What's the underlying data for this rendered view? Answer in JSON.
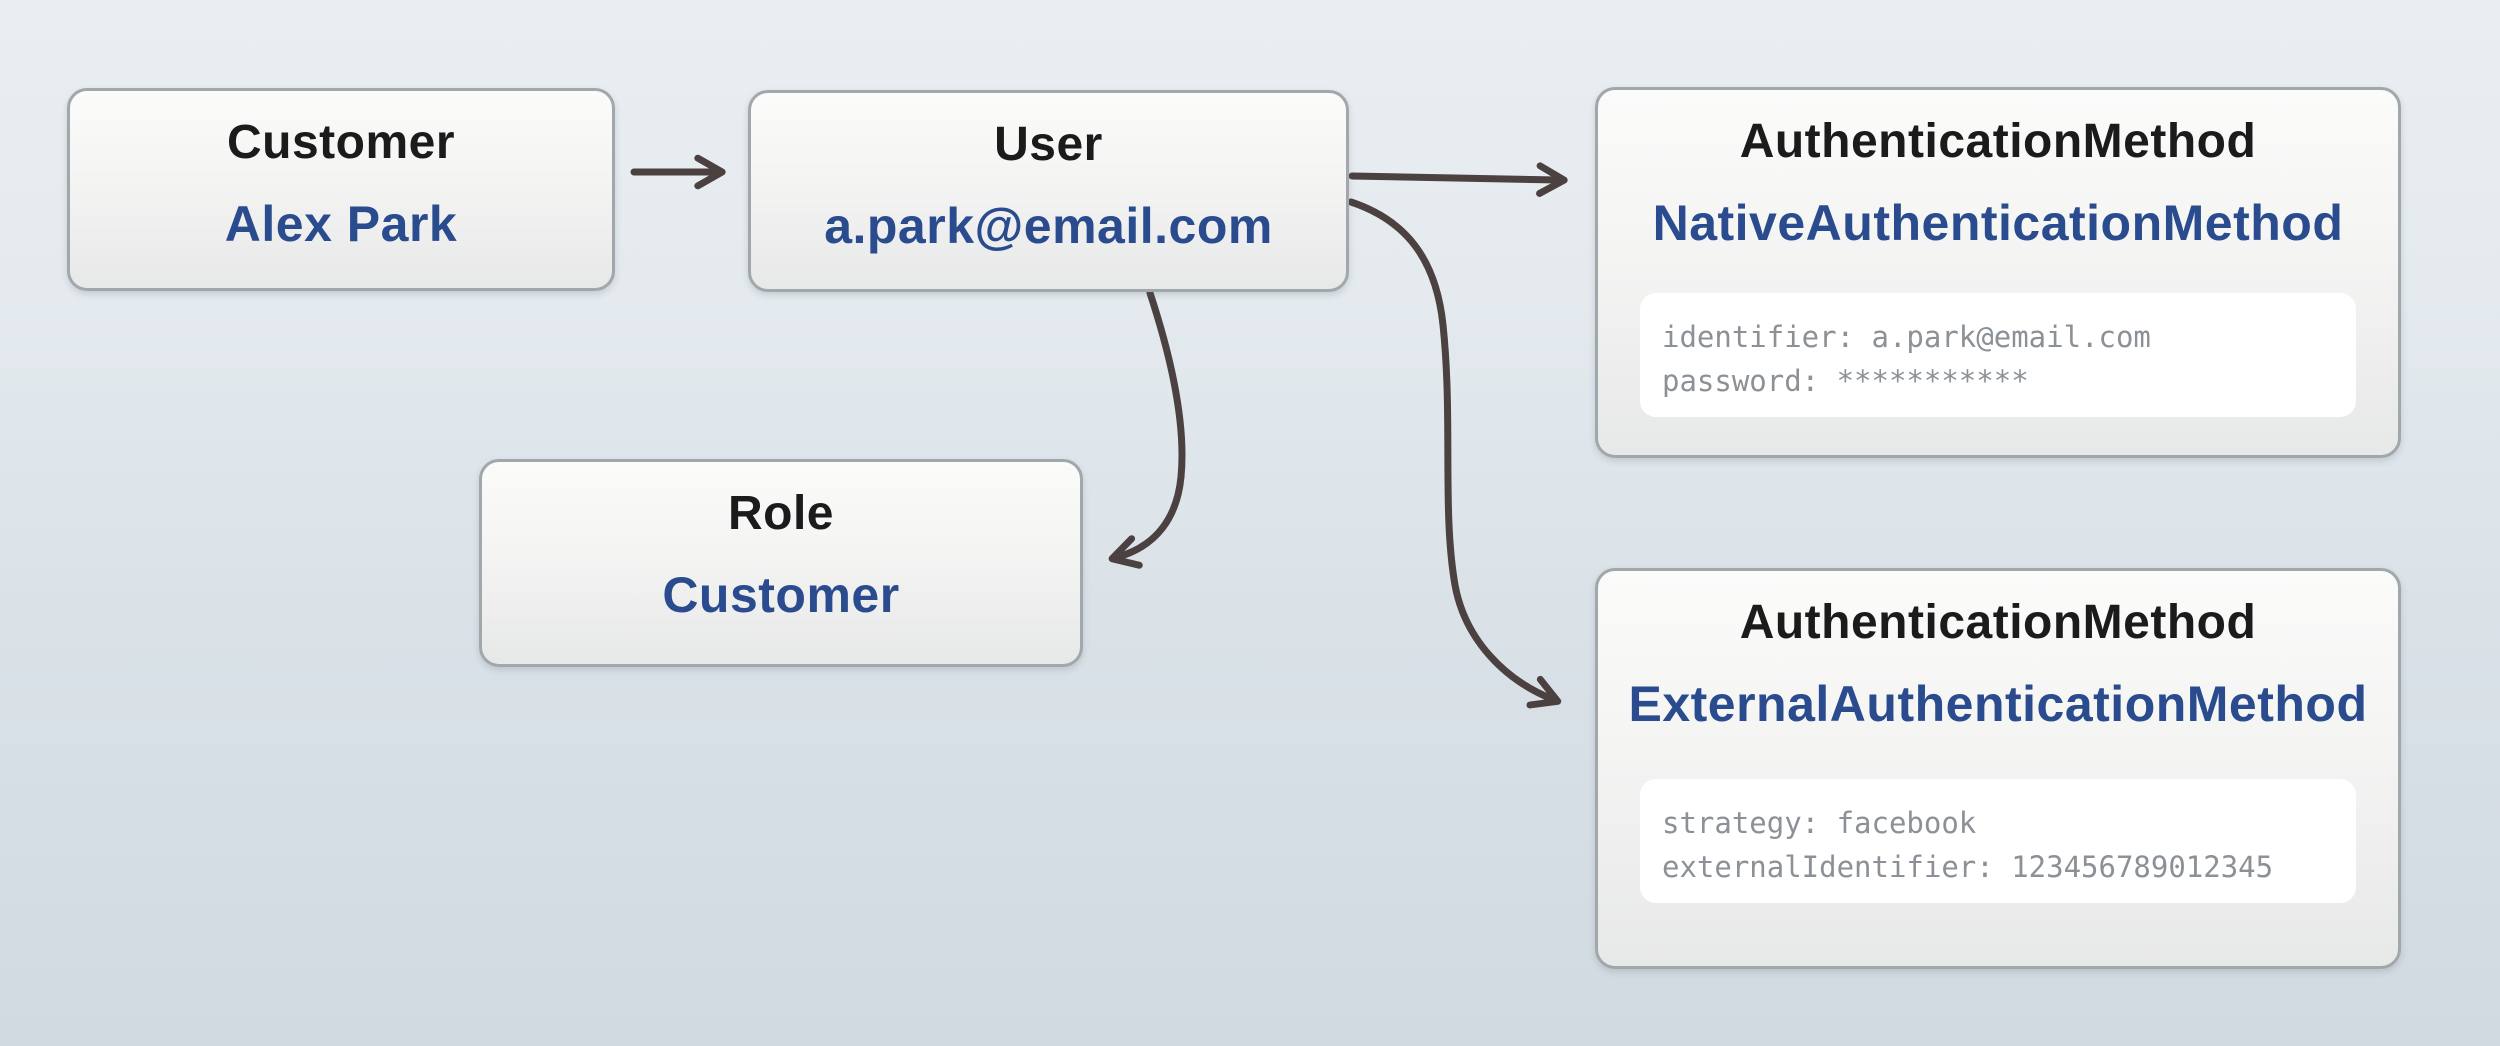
{
  "diagram": {
    "nodes": {
      "customer": {
        "title": "Customer",
        "value": "Alex Park"
      },
      "user": {
        "title": "User",
        "value": "a.park@email.com"
      },
      "native_auth": {
        "title": "AuthenticationMethod",
        "value": "NativeAuthenticationMethod",
        "attributes": [
          "identifier: a.park@email.com",
          "password: ***********"
        ]
      },
      "role": {
        "title": "Role",
        "value": "Customer"
      },
      "external_auth": {
        "title": "AuthenticationMethod",
        "value": "ExternalAuthenticationMethod",
        "attributes": [
          "strategy: facebook",
          "externalIdentifier: 123456789012345"
        ]
      }
    },
    "edges": [
      {
        "from": "customer",
        "to": "user"
      },
      {
        "from": "user",
        "to": "native_auth"
      },
      {
        "from": "user",
        "to": "role"
      },
      {
        "from": "user",
        "to": "external_auth"
      }
    ],
    "colors": {
      "background_top": "#eaeef2",
      "background_bottom": "#d0dae0",
      "node_border": "#a0a8ac",
      "node_fill_top": "#fbfbfa",
      "node_fill_bottom": "#e7e8e8",
      "title_text": "#1b1b1b",
      "value_text": "#2a4b8d",
      "attribute_text": "#8b9196",
      "attribute_panel": "#ffffff",
      "edge": "#4b4141"
    }
  }
}
